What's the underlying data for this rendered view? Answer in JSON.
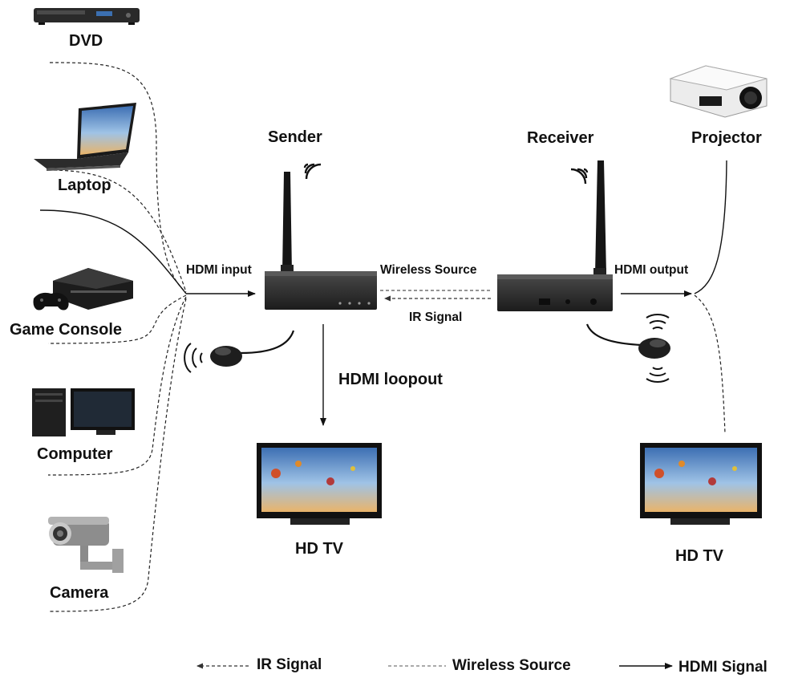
{
  "sources": {
    "dvd": "DVD",
    "laptop": "Laptop",
    "game_console": "Game Console",
    "computer": "Computer",
    "camera": "Camera"
  },
  "sender": {
    "title": "Sender",
    "input_label": "HDMI input",
    "loopout_label": "HDMI loopout"
  },
  "receiver": {
    "title": "Receiver",
    "output_label": "HDMI output"
  },
  "link": {
    "wireless_label": "Wireless Source",
    "ir_label": "IR Signal"
  },
  "sinks": {
    "projector": "Projector",
    "tv_left": "HD TV",
    "tv_right": "HD TV"
  },
  "legend": {
    "ir": "IR Signal",
    "wireless": "Wireless Source",
    "hdmi": "HDMI Signal"
  },
  "icons": [
    "dvd-player-icon",
    "laptop-icon",
    "game-console-icon",
    "computer-icon",
    "camera-icon",
    "projector-icon",
    "tv-icon",
    "sender-box-icon",
    "receiver-box-icon",
    "ir-receiver-icon",
    "ir-blaster-icon",
    "wifi-icon"
  ]
}
